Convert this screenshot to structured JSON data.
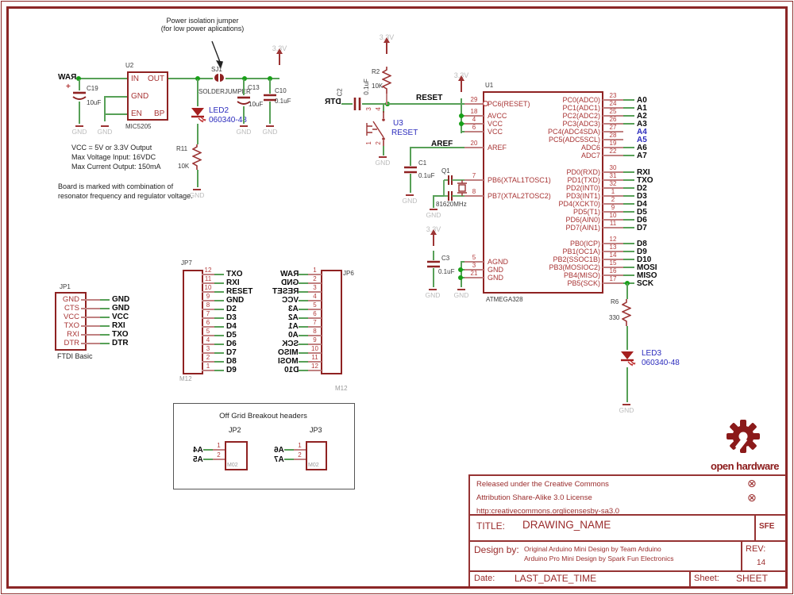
{
  "labels": {
    "gnd": "GND",
    "v33": "3.3V",
    "m12": "M12",
    "m02": "M02"
  },
  "power": {
    "raw": "RAW",
    "plus": "+",
    "note1": "Power isolation jumper",
    "note2": "(for low power aplications)",
    "sj1": "SJ1",
    "solderjumper": "SOLDERJUMPER",
    "u2": "U2",
    "part": "MIC5205",
    "pin_in": "IN",
    "pin_out": "OUT",
    "pin_gnd": "GND",
    "pin_en": "EN",
    "pin_bp": "BP",
    "c19": "C19",
    "c19v": "10uF",
    "c13": "C13",
    "c13v": "10uF",
    "c10": "C10",
    "c10v": "0.1uF",
    "led2": "LED2",
    "led2p": "060340-48",
    "r11": "R11",
    "r11v": "10K",
    "notes": [
      "VCC = 5V or 3.3V Output",
      "Max Voltage Input: 16VDC",
      "Max Current Output: 150mA"
    ],
    "board1": "Board is marked with combination of",
    "board2": "resonator frequency and regulator voltage."
  },
  "reset": {
    "dtr": "DTR",
    "c2": "C2",
    "c2v": "0.1uF",
    "r2": "R2",
    "r2v": "10K",
    "net": "RESET",
    "u3": "U3",
    "u3l": "RESET",
    "p3": "3",
    "p4": "4",
    "p1": "1",
    "p2": "2"
  },
  "ic": {
    "u1": "U1",
    "part": "ATMEGA328",
    "aref": "AREF",
    "q1": "Q1",
    "freq": "81620MHz",
    "c1": "C1",
    "c1v": "0.1uF",
    "c3": "C3",
    "c3v": "0.1uF",
    "r6": "R6",
    "r6v": "330",
    "led3": "LED3",
    "led3p": "060340-48",
    "l1": [
      {
        "num": "29",
        "name": "PC6(RESET)",
        "cls": "bub"
      }
    ],
    "l2": [
      {
        "num": "18",
        "name": "AVCC"
      },
      {
        "num": "4",
        "name": "VCC"
      },
      {
        "num": "6",
        "name": "VCC"
      }
    ],
    "l3": [
      {
        "num": "20",
        "name": "AREF"
      }
    ],
    "l4": [
      {
        "num": "7",
        "name": "PB6(XTAL1TOSC1)"
      },
      {
        "num": "8",
        "name": "PB7(XTAL2TOSC2)"
      }
    ],
    "l5": [
      {
        "num": "5",
        "name": "AGND"
      },
      {
        "num": "3",
        "name": "GND"
      },
      {
        "num": "21",
        "name": "GND"
      }
    ],
    "r1": [
      {
        "num": "23",
        "name": "PC0(ADC0)",
        "net": "A0"
      },
      {
        "num": "24",
        "name": "PC1(ADC1)",
        "net": "A1"
      },
      {
        "num": "25",
        "name": "PC2(ADC2)",
        "net": "A2"
      },
      {
        "num": "26",
        "name": "PC3(ADC3)",
        "net": "A3"
      },
      {
        "num": "27",
        "name": "PC4(ADC4SDA)",
        "net": "A4",
        "cls": "blue nostub"
      },
      {
        "num": "28",
        "name": "PC5(ADC5SCL)",
        "net": "A5",
        "cls": "blue nostub"
      },
      {
        "num": "19",
        "name": "ADC6",
        "net": "A6"
      },
      {
        "num": "22",
        "name": "ADC7",
        "net": "A7"
      }
    ],
    "r2": [
      {
        "num": "30",
        "name": "PD0(RXD)",
        "net": "RXI"
      },
      {
        "num": "31",
        "name": "PD1(TXD)",
        "net": "TXO"
      },
      {
        "num": "32",
        "name": "PD2(INT0)",
        "net": "D2"
      },
      {
        "num": "1",
        "name": "PD3(INT1)",
        "net": "D3"
      },
      {
        "num": "2",
        "name": "PD4(XCKT0)",
        "net": "D4"
      },
      {
        "num": "9",
        "name": "PD5(T1)",
        "net": "D5"
      },
      {
        "num": "10",
        "name": "PD6(AIN0)",
        "net": "D6"
      },
      {
        "num": "11",
        "name": "PD7(AIN1)",
        "net": "D7"
      }
    ],
    "r3": [
      {
        "num": "12",
        "name": "PB0(ICP)",
        "net": "D8"
      },
      {
        "num": "13",
        "name": "PB1(OC1A)",
        "net": "D9"
      },
      {
        "num": "14",
        "name": "PB2(SSOC1B)",
        "net": "D10"
      },
      {
        "num": "15",
        "name": "PB3(MOSIOC2)",
        "net": "MOSI"
      },
      {
        "num": "16",
        "name": "PB4(MISO)",
        "net": "MISO"
      },
      {
        "num": "17",
        "name": "PB5(SCK)",
        "net": "SCK"
      }
    ]
  },
  "jp1": {
    "ref": "JP1",
    "caption": "FTDI Basic",
    "rows": [
      {
        "pin": "GND",
        "net": "GND"
      },
      {
        "pin": "CTS",
        "net": "GND"
      },
      {
        "pin": "VCC",
        "net": "VCC"
      },
      {
        "pin": "TXO",
        "net": "RXI"
      },
      {
        "pin": "RXI",
        "net": "TXO"
      },
      {
        "pin": "DTR",
        "net": "DTR"
      }
    ]
  },
  "jp7": {
    "ref": "JP7",
    "pkg": "M12",
    "rows": [
      {
        "num": "12",
        "net": "TXO"
      },
      {
        "num": "11",
        "net": "RXI"
      },
      {
        "num": "10",
        "net": "RESET"
      },
      {
        "num": "9",
        "net": "GND"
      },
      {
        "num": "8",
        "net": "D2"
      },
      {
        "num": "7",
        "net": "D3"
      },
      {
        "num": "6",
        "net": "D4"
      },
      {
        "num": "5",
        "net": "D5"
      },
      {
        "num": "4",
        "net": "D6"
      },
      {
        "num": "3",
        "net": "D7"
      },
      {
        "num": "2",
        "net": "D8"
      },
      {
        "num": "1",
        "net": "D9"
      }
    ]
  },
  "jp6": {
    "ref": "JP6",
    "pkg": "M12",
    "rows": [
      {
        "num": "1",
        "net": "RAW"
      },
      {
        "num": "2",
        "net": "GND"
      },
      {
        "num": "3",
        "net": "RESET"
      },
      {
        "num": "4",
        "net": "VCC"
      },
      {
        "num": "5",
        "net": "A3"
      },
      {
        "num": "6",
        "net": "A2"
      },
      {
        "num": "7",
        "net": "A1"
      },
      {
        "num": "8",
        "net": "A0"
      },
      {
        "num": "9",
        "net": "SCK"
      },
      {
        "num": "10",
        "net": "MISO"
      },
      {
        "num": "11",
        "net": "MOSI"
      },
      {
        "num": "12",
        "net": "D10"
      }
    ]
  },
  "offgrid": {
    "title": "Off Grid Breakout headers",
    "jp2": "JP2",
    "jp3": "JP3",
    "pkg": "M02",
    "jp2_rows": [
      {
        "num": "1",
        "net": "A4"
      },
      {
        "num": "2",
        "net": "A5"
      }
    ],
    "jp3_rows": [
      {
        "num": "1",
        "net": "A6"
      },
      {
        "num": "2",
        "net": "A7"
      }
    ]
  },
  "titleblock": {
    "cc1": "Released under the Creative Commons",
    "cc2": "Attribution Share-Alike 3.0 License",
    "cc3": "http:creativecommons.orglicensesby-sa3.0",
    "cx": "⊗",
    "title_label": "TITLE:",
    "title": "DRAWING_NAME",
    "sfe": "SFE",
    "design_label": "Design by:",
    "design1": "Original Arduino Mini Design by Team Arduino",
    "design2": "Arduino Pro Mini Design by Spark Fun Electronics",
    "rev_label": "REV:",
    "rev": "14",
    "date_label": "Date:",
    "date": "LAST_DATE_TIME",
    "sheet_label": "Sheet:",
    "sheet": "SHEET"
  },
  "logo": {
    "text": "open hardware"
  }
}
